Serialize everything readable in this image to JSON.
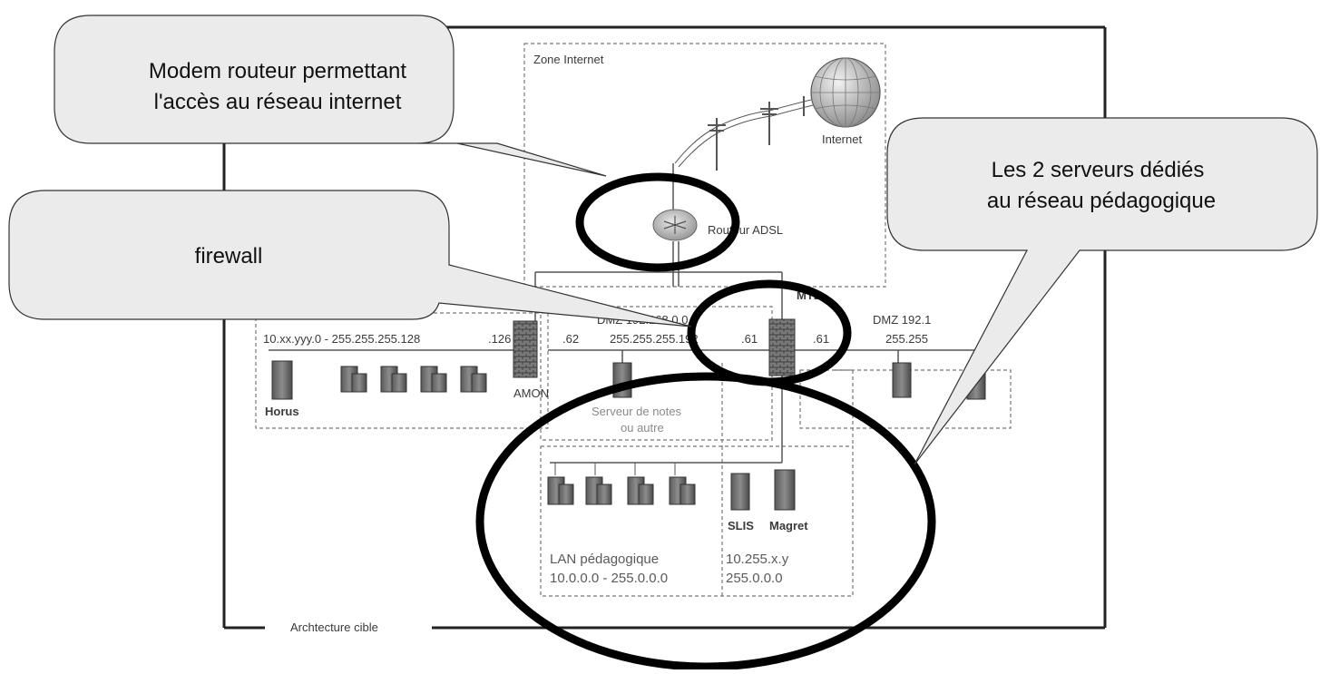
{
  "diagram": {
    "frame_caption": "Archtecture cible",
    "zone_internet": {
      "title": "Zone Internet",
      "internet_label": "Internet"
    },
    "router": {
      "label": "Routeur ADSL"
    },
    "lan_admin": {
      "network": "10.xx.yyy.0 - 255.255.255.128",
      "ip_suffix": ".126",
      "server": "Horus"
    },
    "amon": {
      "label": "AMON",
      "ip_right": ".62"
    },
    "dmz_left": {
      "network_line1": "DMZ 192.168.0.0",
      "network_line2": "255.255.255.192",
      "ip_suffix": ".61",
      "server_line1": "Serveur de notes",
      "server_line2": "ou autre"
    },
    "firewall2": {
      "label": "MTE",
      "ip_right": ".61"
    },
    "dmz_right": {
      "network_line1": "DMZ 192.1",
      "network_line2": "255.255"
    },
    "lan_peda": {
      "title": "LAN pédagogique",
      "network": "10.0.0.0 - 255.0.0.0"
    },
    "servers_peda": {
      "server1": "SLIS",
      "server2": "Magret",
      "network_line1": "10.255.x.y",
      "network_line2": "255.0.0.0"
    }
  },
  "callouts": {
    "modem": {
      "line1": "Modem routeur permettant",
      "line2": "l'accès au réseau internet"
    },
    "firewall": {
      "text": "firewall"
    },
    "servers": {
      "line1": "Les 2 serveurs dédiés",
      "line2": "au réseau pédagogique"
    }
  }
}
